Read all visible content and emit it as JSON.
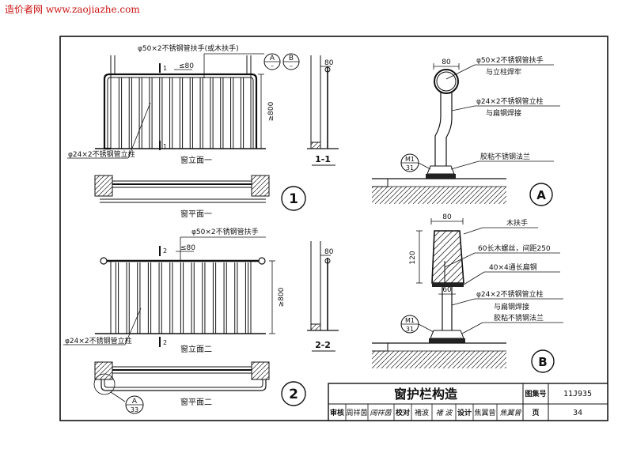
{
  "watermark": {
    "site_name": "造价者网",
    "url": "www.zaojiazhe.com"
  },
  "detail_1": {
    "number": "1",
    "handrail_label": "φ50×2不锈钢管扶手(或木扶手)",
    "post_label": "φ24×2不锈钢管立柱",
    "spacing_dim": "≤80",
    "height_dim": "≥800",
    "section_mark": "1",
    "callout_a": "A",
    "callout_b": "B",
    "callout_sheet": "–",
    "elevation_title": "窗立面一",
    "plan_title": "窗平面一",
    "section_title": "1-1",
    "section_dim": "80"
  },
  "detail_2": {
    "number": "2",
    "handrail_label": "φ50×2不锈钢管扶手",
    "post_label": "φ24×2不锈钢管立柱",
    "spacing_dim": "≤80",
    "height_dim": "≥800",
    "section_mark": "2",
    "elevation_title": "窗立面二",
    "plan_title": "窗平面二",
    "section_title": "2-2",
    "section_dim": "80",
    "callout_letter": "A",
    "callout_sheet": "33"
  },
  "detail_a": {
    "letter": "A",
    "width_dim": "80",
    "handrail_label_1": "φ50×2不锈钢管扶手",
    "handrail_label_2": "与立柱焊牢",
    "post_label_1": "φ24×2不锈钢管立柱",
    "post_label_2": "与扁钢焊接",
    "flange_label": "胶粘不锈钢法兰",
    "ref_code": "M1",
    "ref_sheet": "31"
  },
  "detail_b": {
    "letter": "B",
    "width_dim": "80",
    "height_dim": "120",
    "post_width_dim": "60",
    "wood_label": "木扶手",
    "screw_label": "60长木螺丝，间距250",
    "steel_label": "40×4通长扁钢",
    "post_label_1": "φ24×2不锈钢管立柱",
    "post_label_2": "与扁钢焊接",
    "flange_label": "胶粘不锈钢法兰",
    "ref_code": "M1",
    "ref_sheet": "31"
  },
  "title_block": {
    "title": "窗护栏构造",
    "atlas_label": "图集号",
    "atlas_number": "11J935",
    "page_label": "页",
    "page_number": "34",
    "review_label": "审核",
    "reviewer": "周祥茵",
    "reviewer_sign": "阔祥茵",
    "check_label": "校对",
    "checker": "褚波",
    "checker_sign": "褚 波",
    "design_label": "设计",
    "designer": "焦翼曾",
    "designer_sign": "焦翼曾"
  }
}
